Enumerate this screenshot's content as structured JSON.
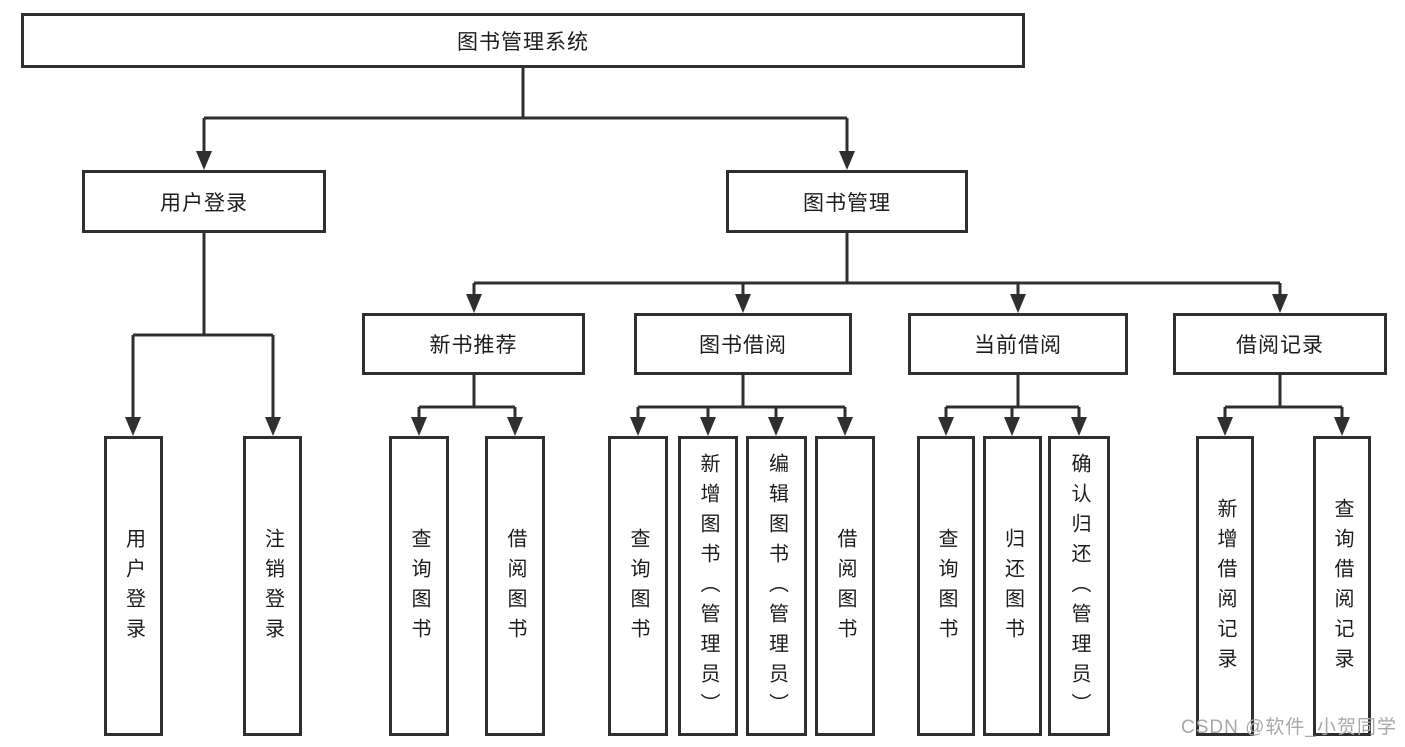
{
  "tree": {
    "root": "图书管理系统",
    "branches": [
      {
        "label": "用户登录",
        "children": [
          "用户登录",
          "注销登录"
        ]
      },
      {
        "label": "图书管理",
        "sections": [
          {
            "label": "新书推荐",
            "children": [
              "查询图书",
              "借阅图书"
            ]
          },
          {
            "label": "图书借阅",
            "children": [
              "查询图书",
              "新增图书（管理员）",
              "编辑图书（管理员）",
              "借阅图书"
            ]
          },
          {
            "label": "当前借阅",
            "children": [
              "查询图书",
              "归还图书",
              "确认归还（管理员）"
            ]
          },
          {
            "label": "借阅记录",
            "children": [
              "新增借阅记录",
              "查询借阅记录"
            ]
          }
        ]
      }
    ]
  },
  "watermark": "CSDN @软件_小贺同学",
  "colors": {
    "line": "#2f2f2f",
    "box_border": "#2f2f2f",
    "text": "#1c1c1c",
    "watermark": "#a8a8a8",
    "background": "#ffffff"
  }
}
